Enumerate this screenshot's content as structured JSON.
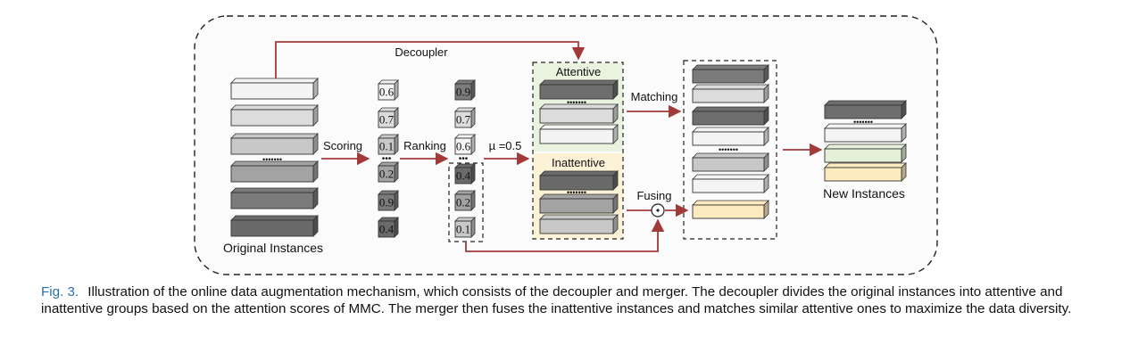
{
  "labels": {
    "decoupler": "Decoupler",
    "scoring": "Scoring",
    "ranking": "Ranking",
    "mu": "µ =0.5",
    "attentive": "Attentive",
    "inattentive": "Inattentive",
    "matching": "Matching",
    "fusing": "Fusing",
    "original_instances": "Original Instances",
    "new_instances": "New Instances",
    "ellipsis": "•••••••",
    "dots3": "•••",
    "fuse_symbol": "⊙"
  },
  "original_instances": [
    {
      "color": "#f4f4f4"
    },
    {
      "color": "#dcdcdc"
    },
    {
      "color": "#c8c8c8"
    },
    {
      "ellipsis": true
    },
    {
      "color": "#a3a3a3"
    },
    {
      "color": "#7b7b7b"
    },
    {
      "color": "#6a6a6a"
    }
  ],
  "scores": [
    {
      "value": "0.6",
      "color": "#f4f4f4"
    },
    {
      "value": "0.7",
      "color": "#dcdcdc"
    },
    {
      "value": "0.1",
      "color": "#c8c8c8"
    },
    {
      "ellipsis": true
    },
    {
      "value": "0.2",
      "color": "#a3a3a3"
    },
    {
      "value": "0.9",
      "color": "#7b7b7b"
    },
    {
      "value": "0.4",
      "color": "#6a6a6a"
    }
  ],
  "ranked": [
    {
      "value": "0.9",
      "color": "#7b7b7b"
    },
    {
      "value": "0.7",
      "color": "#dcdcdc"
    },
    {
      "value": "0.6",
      "color": "#f4f4f4"
    },
    {
      "ellipsis": true
    },
    {
      "value": "0.4",
      "color": "#6a6a6a"
    },
    {
      "value": "0.2",
      "color": "#a3a3a3"
    },
    {
      "value": "0.1",
      "color": "#c8c8c8"
    }
  ],
  "attentive_group": [
    {
      "color": "#6e6e6e"
    },
    {
      "ellipsis": true
    },
    {
      "color": "#dcdcdc"
    },
    {
      "color": "#f4f4f4"
    }
  ],
  "inattentive_group": [
    {
      "color": "#6a6a6a"
    },
    {
      "ellipsis": true
    },
    {
      "color": "#a3a3a3"
    },
    {
      "color": "#c8c8c8"
    }
  ],
  "merged": [
    {
      "color": "#7b7b7b"
    },
    {
      "color": "#dcdcdc"
    },
    {
      "color": "#6e6e6e"
    },
    {
      "color": "#f4f4f4"
    },
    {
      "ellipsis": true
    },
    {
      "color": "#c8c8c8"
    },
    {
      "color": "#f4f4f4"
    },
    {
      "color": "#fdebc0"
    }
  ],
  "new_instances": [
    {
      "color": "#6e6e6e"
    },
    {
      "ellipsis": true
    },
    {
      "color": "#f4f4f4"
    },
    {
      "color": "#e4f1d8"
    },
    {
      "color": "#fdebc0"
    }
  ],
  "colors": {
    "arrow": "#a33a3a",
    "attentive_bg": "#eaf3df",
    "inattentive_bg": "#fdf2d6",
    "frame_bg": "#fbfbfb",
    "fig_label": "#2a6fb0"
  },
  "caption": {
    "label": "Fig. 3.",
    "text": "Illustration of the online data augmentation mechanism, which consists of the decoupler and merger. The decoupler divides the original instances into attentive and inattentive groups based on the attention scores of MMC. The merger then fuses the inattentive instances and matches similar attentive ones to maximize the data diversity."
  }
}
